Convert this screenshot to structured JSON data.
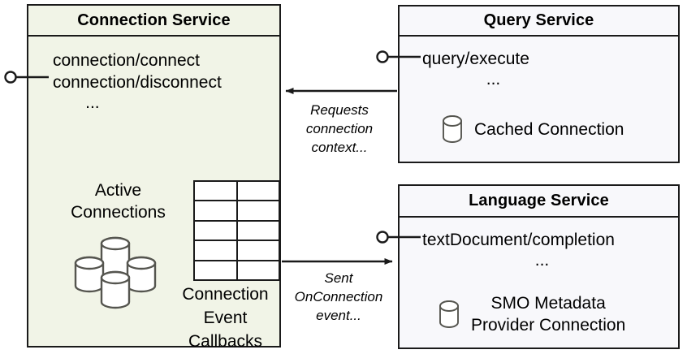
{
  "diagram": {
    "type": "uml-component-diagram",
    "background_color": "#ffffff",
    "components": [
      {
        "id": "connection-service",
        "title": "Connection Service",
        "fill_color": "#f1f4e7",
        "border_color": "#1a1a1a",
        "operations": [
          "connection/connect",
          "connection/disconnect"
        ],
        "ellipsis": "...",
        "inner_labels": {
          "active_connections": "Active\nConnections",
          "active_connections_line1": "Active",
          "active_connections_line2": "Connections",
          "callbacks_line1": "Connection",
          "callbacks_line2": "Event",
          "callbacks_line3": "Callbacks"
        },
        "icons": {
          "cylinder_cluster": "database-cluster-icon",
          "event_grid": "table-grid-icon"
        },
        "provided_interface": "lollipop-interface-icon"
      },
      {
        "id": "query-service",
        "title": "Query Service",
        "fill_color": "#f8f8fb",
        "border_color": "#1a1a1a",
        "operations": [
          "query/execute"
        ],
        "ellipsis": "...",
        "resource_label": "Cached Connection",
        "resource_icon": "database-cylinder-icon",
        "provided_interface": "lollipop-interface-icon"
      },
      {
        "id": "language-service",
        "title": "Language Service",
        "fill_color": "#f8f8fb",
        "border_color": "#1a1a1a",
        "operations": [
          "textDocument/completion"
        ],
        "ellipsis": "...",
        "resource_label_line1": "SMO Metadata",
        "resource_label_line2": "Provider Connection",
        "resource_icon": "database-cylinder-icon",
        "provided_interface": "lollipop-interface-icon"
      }
    ],
    "edges": [
      {
        "id": "query-to-connection",
        "from": "query-service",
        "to": "connection-service",
        "direction": "right-to-left",
        "label_line1": "Requests",
        "label_line2": "connection",
        "label_line3": "context...",
        "style": "solid-arrow"
      },
      {
        "id": "connection-to-language",
        "from": "connection-service",
        "to": "language-service",
        "direction": "left-to-right",
        "label_line1": "Sent",
        "label_line2": "OnConnection",
        "label_line3": "event...",
        "style": "solid-arrow"
      }
    ],
    "colors": {
      "stroke": "#1a1a1a",
      "icon_stroke": "#55554f",
      "connection_fill": "#f1f4e7",
      "service_fill": "#f8f8fb",
      "grid_fill": "#ffffff"
    }
  }
}
